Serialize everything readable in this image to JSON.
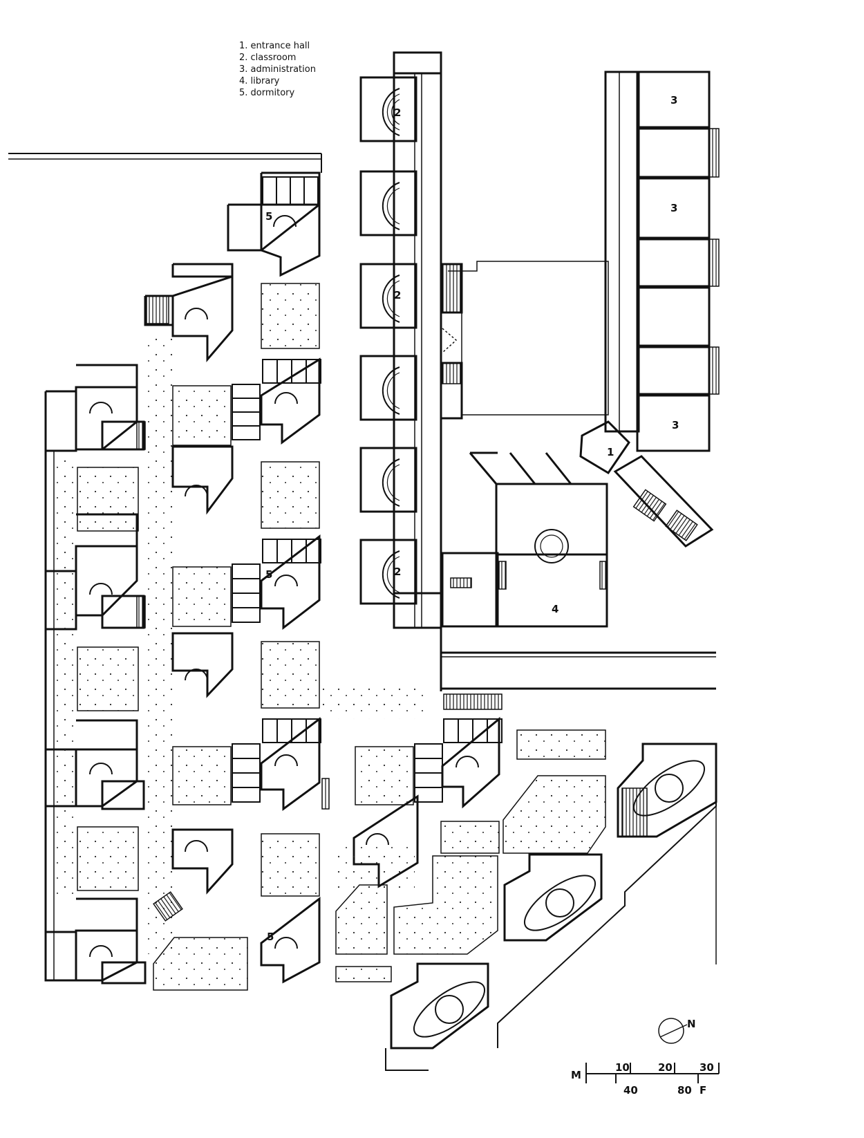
{
  "legend": {
    "items": [
      "1. entrance hall",
      "2. classroom",
      "3. administration",
      "4. library",
      "5. dormitory"
    ]
  },
  "room_labels": {
    "entrance": "1",
    "classroom": "2",
    "administration": "3",
    "library": "4",
    "dormitory": "5"
  },
  "scale": {
    "meters_unit": "M",
    "meters_ticks": [
      "10",
      "20",
      "30"
    ],
    "feet_ticks": [
      "40",
      "80"
    ],
    "feet_unit": "F"
  },
  "north_symbol": "N",
  "colors": {
    "ink": "#111111",
    "paper": "#ffffff"
  }
}
